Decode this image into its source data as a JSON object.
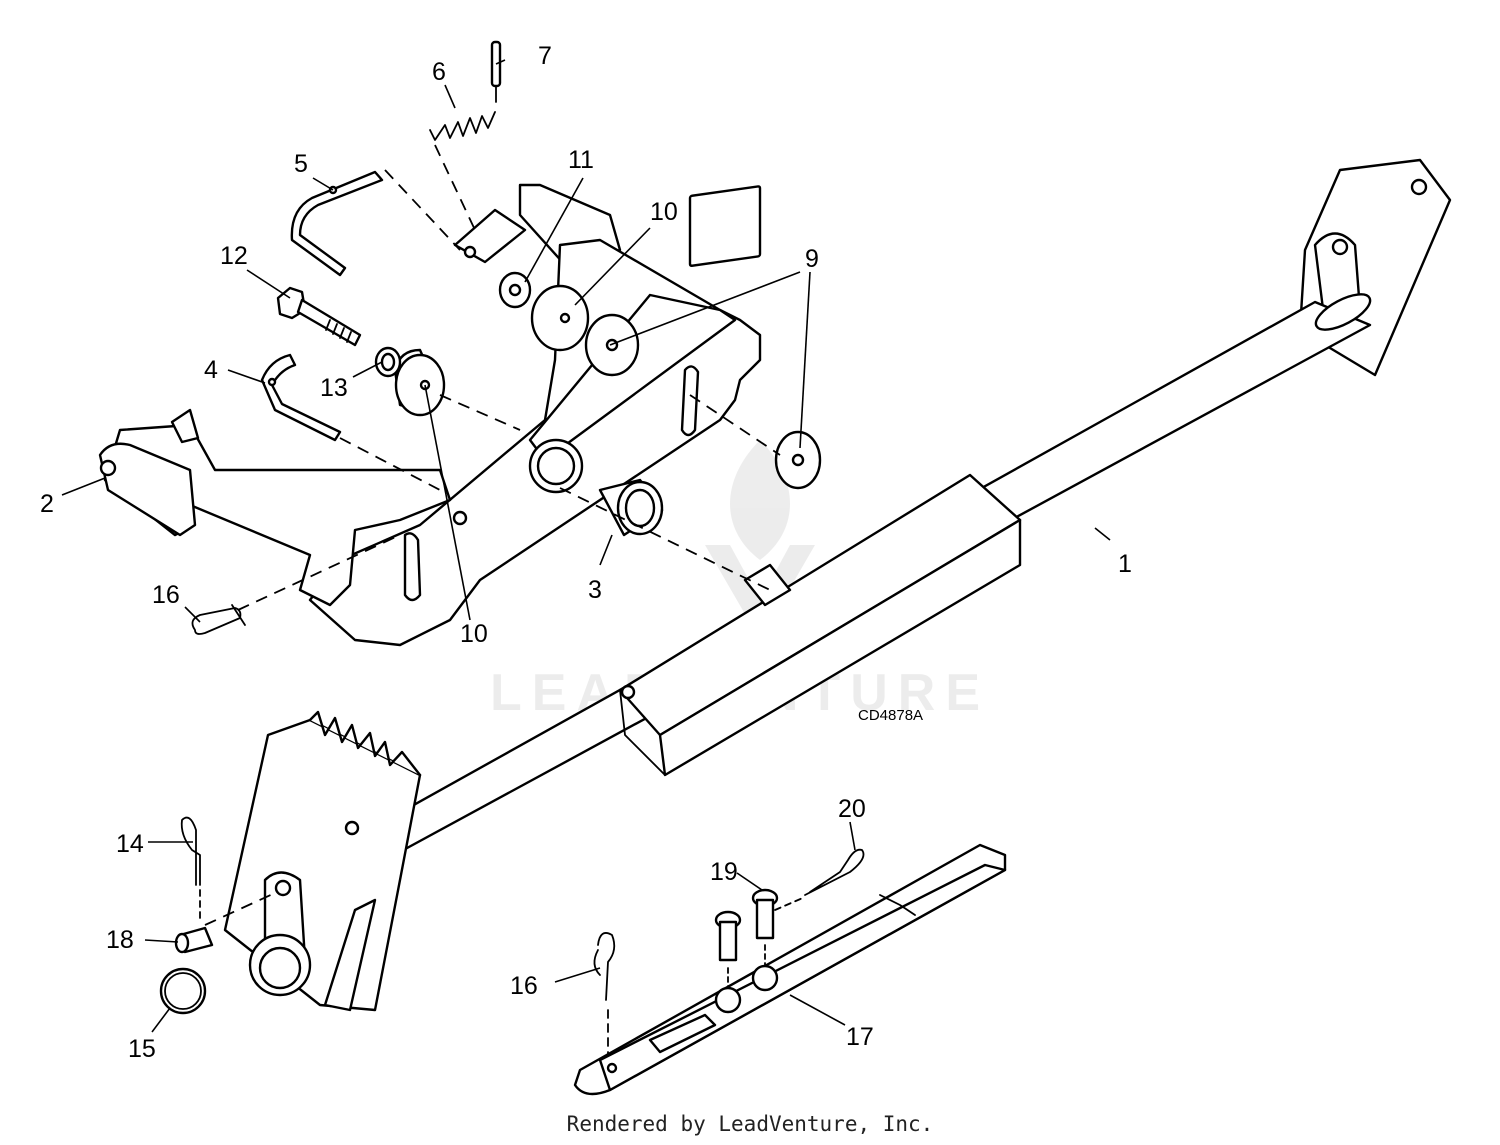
{
  "figure": {
    "figure_id": "CD4878A",
    "watermark": "LEADVENTURE",
    "credit": "Rendered by LeadVenture, Inc."
  },
  "callouts": {
    "c1": "1",
    "c2": "2",
    "c3": "3",
    "c4": "4",
    "c5": "5",
    "c6": "6",
    "c7": "7",
    "c8": "9",
    "c9": "9",
    "c10a": "10",
    "c10b": "10",
    "c11": "11",
    "c12": "12",
    "c13": "13",
    "c14": "14",
    "c15": "15",
    "c16a": "16",
    "c16b": "16",
    "c17": "17",
    "c18": "18",
    "c19": "19",
    "c20": "20"
  }
}
